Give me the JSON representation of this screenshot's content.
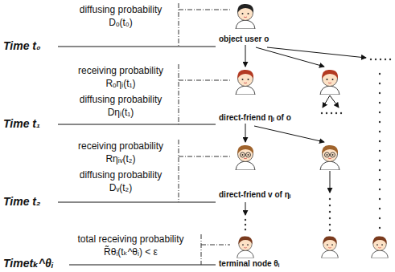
{
  "diagram": {
    "nodes": [
      {
        "text": [
          "object user o"
        ]
      },
      {
        "text": [
          "direct-friend ηᵢ of o"
        ]
      },
      {
        "text": [
          "direct-friend v of ηᵢ"
        ]
      },
      {
        "text": [
          "terminal node θᵢ"
        ]
      }
    ],
    "edges": [
      {
        "from": 0,
        "to": 1,
        "arrow": "to"
      },
      {
        "from": 1,
        "to": 2,
        "arrow": "to"
      }
    ],
    "labels": [
      "Time t₀",
      "diffusing probability Dₒ(t₀)",
      "Time t₁",
      "receiving probability Rₒηᵢ(t₁)",
      "diffusing probability Dηᵢ(t₁)",
      "Time t₂",
      "receiving probability Rηᵢᵥ(t₂)",
      "diffusing probability Dᵥ(t₂)",
      "total receiving probability R̃θᵢ(tₖ^θᵢ) < ε",
      "Timetₖ^θᵢ"
    ]
  }
}
